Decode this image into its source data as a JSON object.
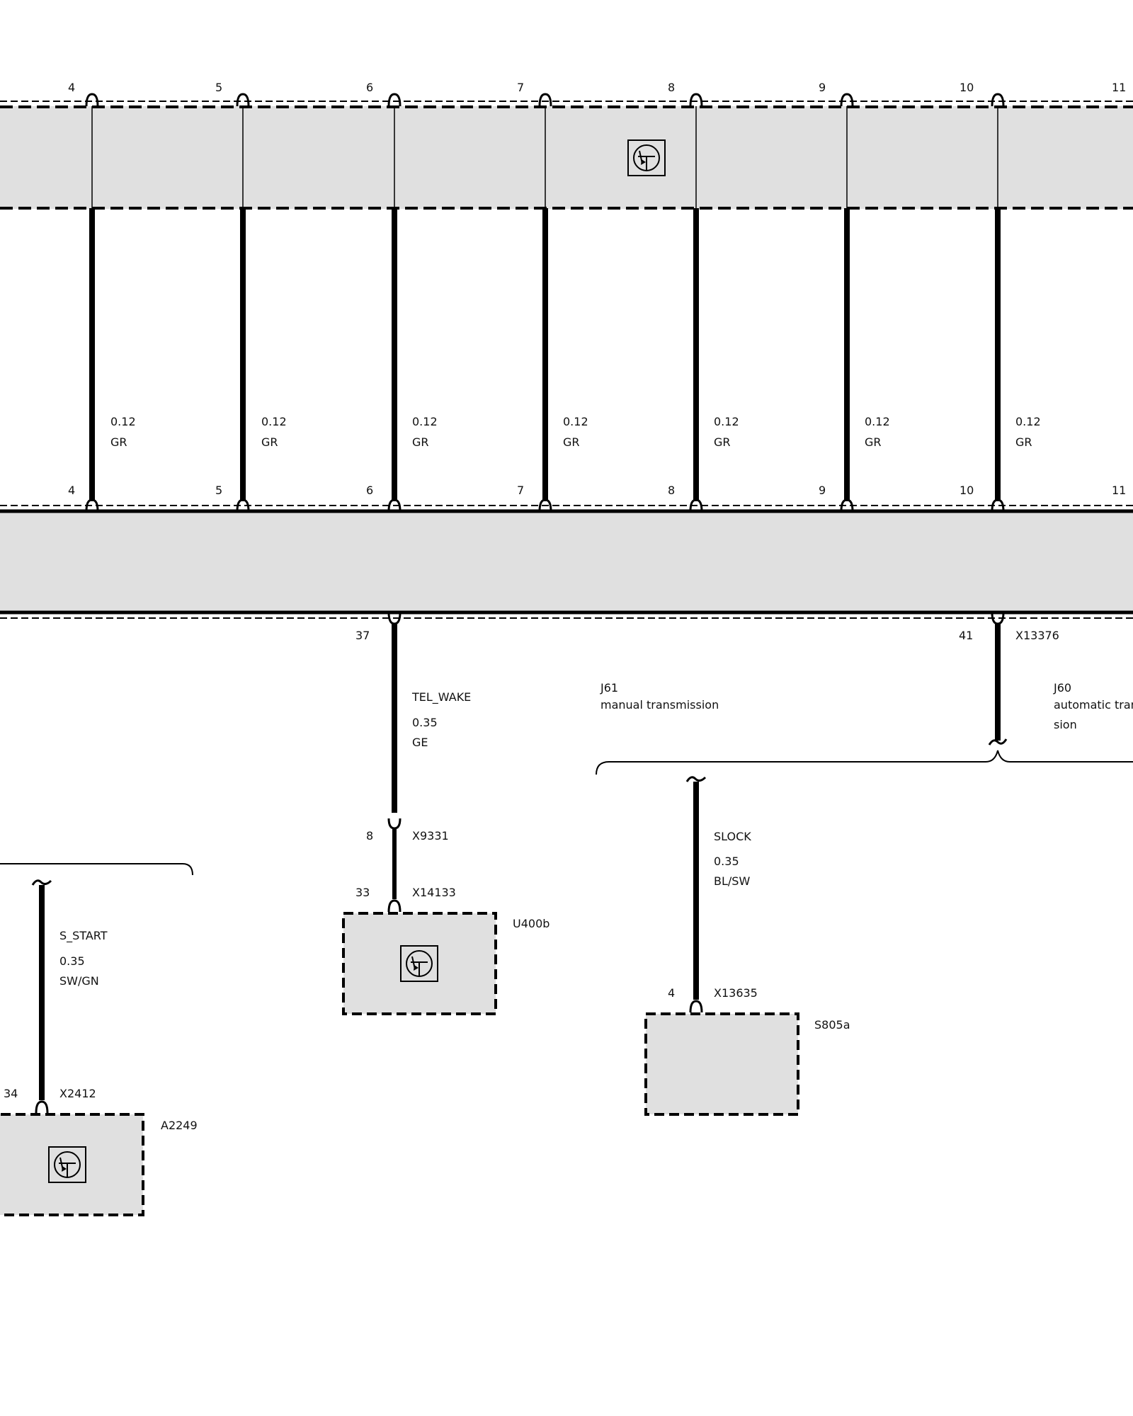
{
  "pins_top": [
    "4",
    "5",
    "6",
    "7",
    "8",
    "9",
    "10",
    "11"
  ],
  "pins_bottom": [
    "4",
    "5",
    "6",
    "7",
    "8",
    "9",
    "10",
    "11"
  ],
  "wires": [
    {
      "gauge": "0.12",
      "color": "GR"
    },
    {
      "gauge": "0.12",
      "color": "GR"
    },
    {
      "gauge": "0.12",
      "color": "GR"
    },
    {
      "gauge": "0.12",
      "color": "GR"
    },
    {
      "gauge": "0.12",
      "color": "GR"
    },
    {
      "gauge": "0.12",
      "color": "GR"
    },
    {
      "gauge": "0.12",
      "color": "GR"
    }
  ],
  "module_pins": {
    "left": "37",
    "right": "41",
    "right_connector": "X13376"
  },
  "variants": {
    "j61_code": "J61",
    "j61_desc": "manual transmission",
    "j60_code": "J60",
    "j60_desc_1": "automatic tran",
    "j60_desc_2": "sion"
  },
  "tel_wake": {
    "signal": "TEL_WAKE",
    "gauge": "0.35",
    "color": "GE",
    "pin_a": "8",
    "connector_a": "X9331",
    "pin_b": "33",
    "connector_b": "X14133",
    "component": "U400b"
  },
  "slock": {
    "signal": "SLOCK",
    "gauge": "0.35",
    "color": "BL/SW",
    "pin": "4",
    "connector": "X13635",
    "component": "S805a"
  },
  "s_start": {
    "signal": "S_START",
    "gauge": "0.35",
    "color": "SW/GN",
    "pin": "34",
    "connector": "X2412",
    "component": "A2249"
  }
}
